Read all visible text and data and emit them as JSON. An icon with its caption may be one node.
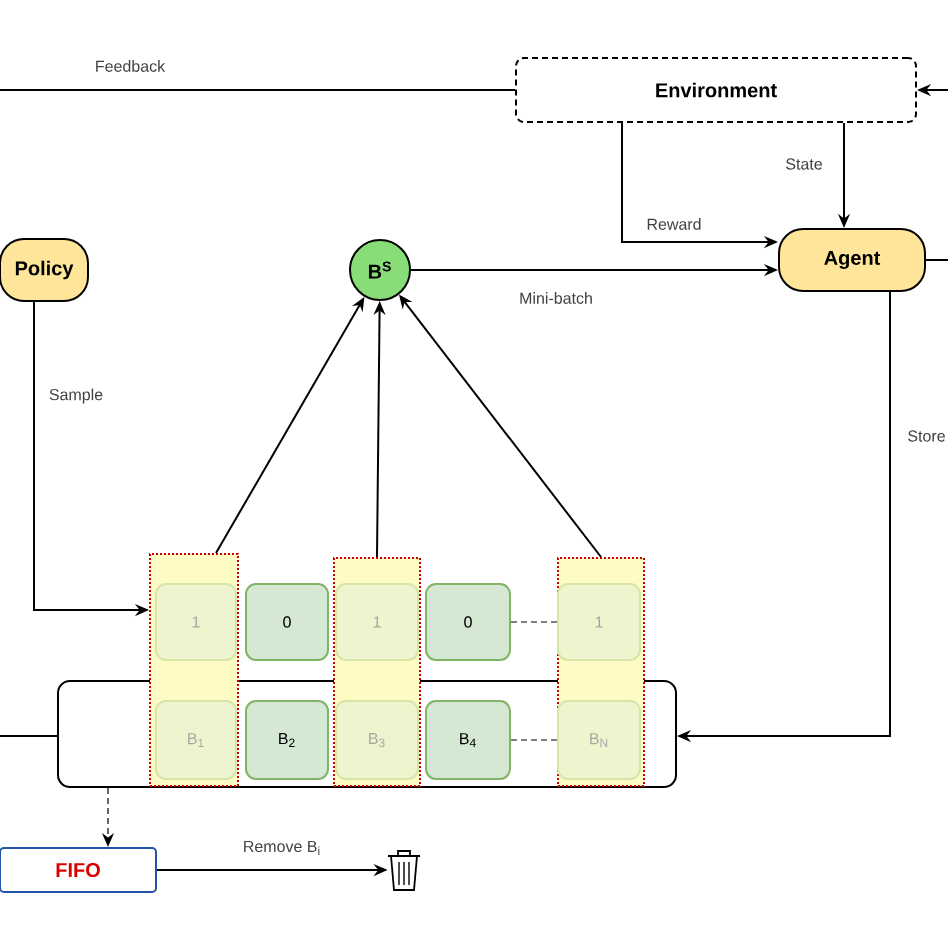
{
  "diagram": {
    "nodes": [
      {
        "text": [
          "Environment"
        ]
      },
      {
        "text": [
          "Policy"
        ]
      },
      {
        "text": [
          "B$^{S}$"
        ]
      },
      {
        "text": [
          "Agent"
        ]
      },
      {
        "text": [],
        "shape": "box"
      },
      {
        "text": [],
        "shape": "box"
      },
      {
        "text": [
          "1"
        ],
        "in": 5
      },
      {
        "text": [
          "B$_{1}$"
        ]
      },
      {
        "text": [
          "0"
        ]
      },
      {
        "text": [
          "B$_{2}$"
        ],
        "in": 4
      },
      {
        "text": [],
        "shape": "box"
      },
      {
        "text": [
          "1"
        ],
        "in": 10
      },
      {
        "text": [
          "B$_{3}$"
        ]
      },
      {
        "text": [
          "0"
        ]
      },
      {
        "text": [
          "B$_{4}$"
        ],
        "in": 4
      },
      {
        "text": [],
        "shape": "box"
      },
      {
        "text": [
          "1"
        ],
        "in": 15
      },
      {
        "text": [
          "B$_{N}$"
        ]
      },
      {
        "text": [
          "FIFO"
        ]
      },
      {
        "text": [],
        "shape": "bin"
      }
    ],
    "edges": [
      {
        "from": 0,
        "to": null,
        "arrow": "none",
        "label": "Feedback"
      },
      {
        "from": null,
        "to": 0,
        "arrow": "to"
      },
      {
        "from": 0,
        "to": 3,
        "arrow": "to",
        "label": "Reward"
      },
      {
        "from": 0,
        "to": 3,
        "arrow": "to",
        "label": "State"
      },
      {
        "from": 2,
        "to": 3,
        "arrow": "to",
        "label": "Mini-batch"
      },
      {
        "from": 3,
        "to": null,
        "arrow": "none"
      },
      {
        "from": 1,
        "to": 5,
        "arrow": "to",
        "label": "Sample"
      },
      {
        "from": 5,
        "to": 2,
        "arrow": "to"
      },
      {
        "from": 10,
        "to": 2,
        "arrow": "to"
      },
      {
        "from": 15,
        "to": 2,
        "arrow": "to"
      },
      {
        "from": 3,
        "to": 4,
        "arrow": "to",
        "label": "Store"
      },
      {
        "from": 4,
        "to": null,
        "arrow": "none"
      },
      {
        "from": 4,
        "to": 18,
        "arrow": "to",
        "style": "dashed"
      },
      {
        "from": 18,
        "to": 19,
        "arrow": "to",
        "label": "Remove B$_{i}$"
      },
      {
        "from": 13,
        "to": 16,
        "arrow": "none",
        "style": "dashed"
      },
      {
        "from": 14,
        "to": 17,
        "arrow": "none",
        "style": "dashed"
      }
    ]
  }
}
